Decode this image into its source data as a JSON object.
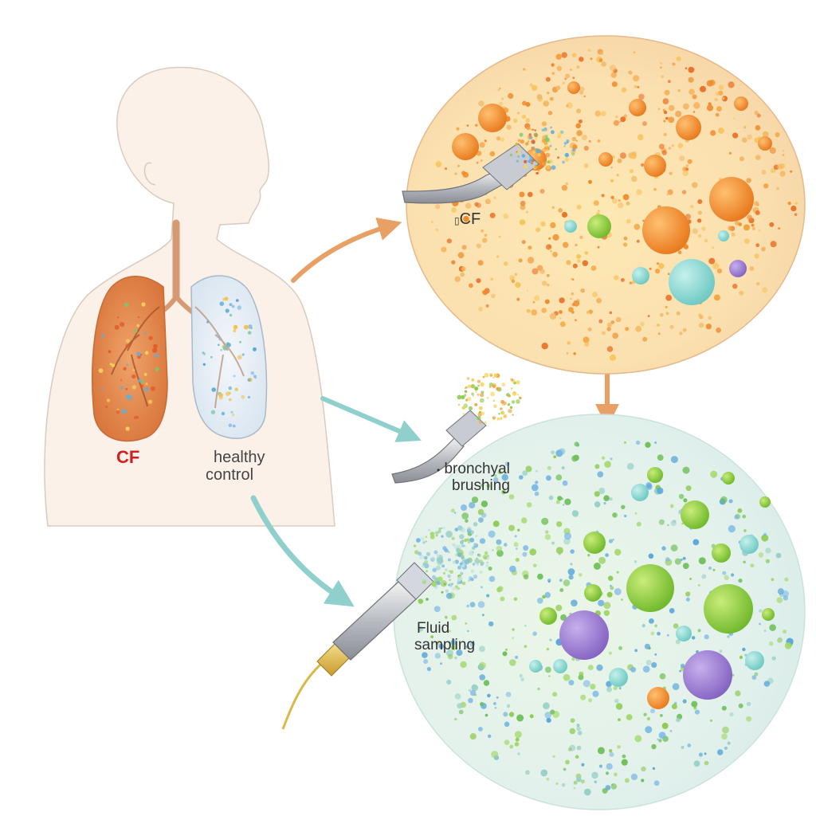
{
  "labels": {
    "lung_cf": "CF",
    "lung_healthy_line1": "healthy",
    "lung_healthy_line2": "control",
    "circle_cf_marker": "▯",
    "circle_cf": "CF",
    "brush_marker": "•",
    "brush_line1": "bronchyal",
    "brush_line2": "brushing",
    "fluid_line1": "Fluid",
    "fluid_line2": "sampling"
  },
  "colors": {
    "cf_red": "#d11f1f",
    "arrow_orange": "#e8a064",
    "arrow_teal": "#8fd0cc",
    "cf_circle": "#fbe3b5",
    "healthy_circle": "#dff1e6",
    "lung_cf": "#e3874a",
    "lung_healthy": "#e6eef6"
  }
}
